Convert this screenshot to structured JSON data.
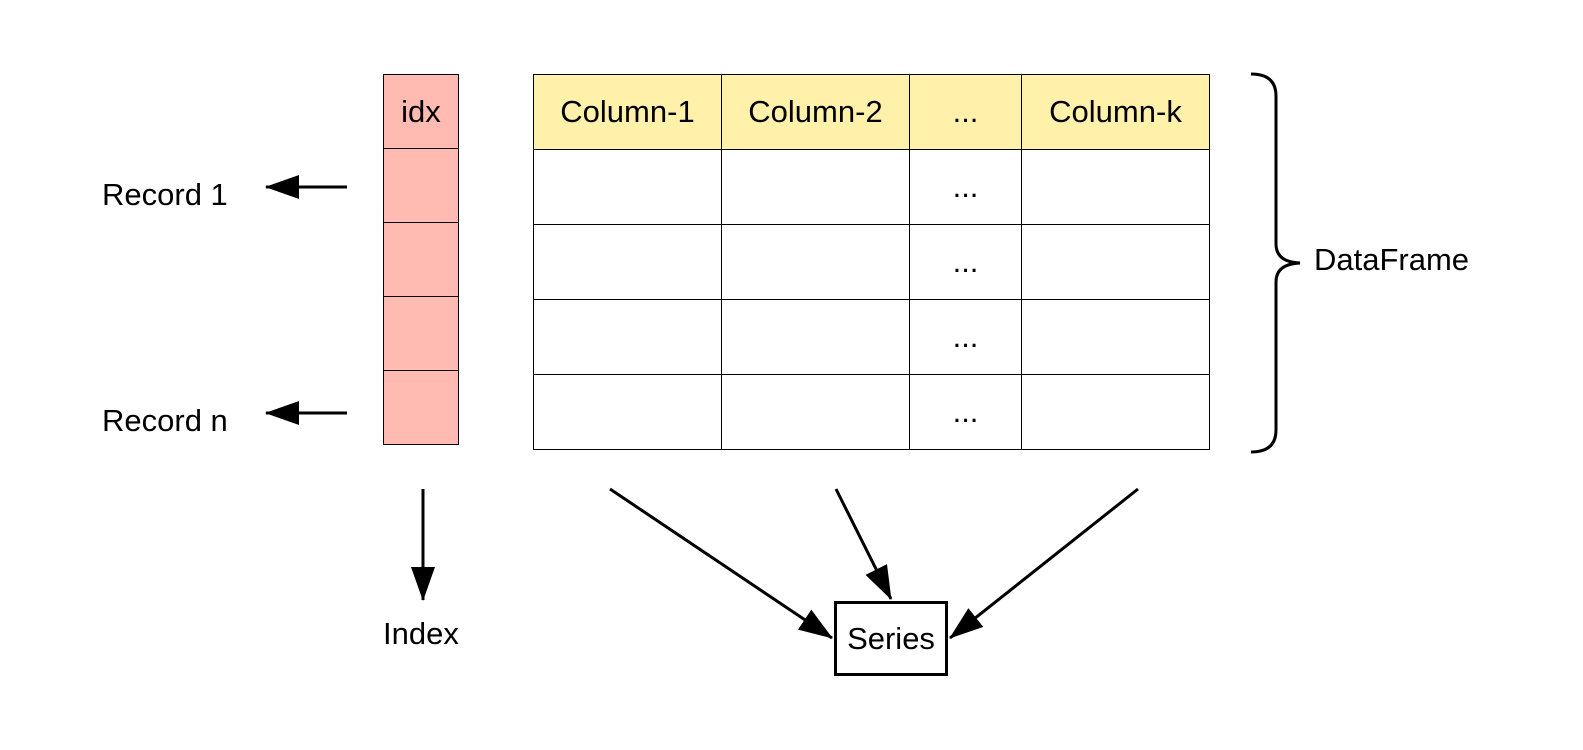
{
  "records": {
    "first_label": "Record 1",
    "last_label": "Record n"
  },
  "index": {
    "header": "idx",
    "caption": "Index"
  },
  "dataframe": {
    "columns": [
      "Column-1",
      "Column-2",
      "...",
      "Column-k"
    ],
    "ellipsis": "...",
    "row_count_shown": 4,
    "caption": "DataFrame"
  },
  "series": {
    "label": "Series"
  },
  "colors": {
    "index_fill": "#ffbbb1",
    "header_fill": "#fff1aa",
    "stroke": "#000000"
  }
}
